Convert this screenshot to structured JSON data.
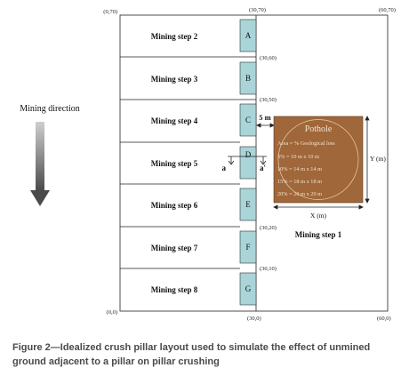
{
  "coords": {
    "top_left": "(0,70)",
    "top_mid": "(30,70)",
    "top_right": "(60,70)",
    "c6": "(30,60)",
    "c5": "(30,50)",
    "c2": "(30,20)",
    "c1": "(30,10)",
    "bottom_left": "(0,0)",
    "bottom_mid": "(30,0)",
    "bottom_right": "(60,0)"
  },
  "steps": [
    {
      "label": "Mining step 2",
      "pillar": "A"
    },
    {
      "label": "Mining step 3",
      "pillar": "B"
    },
    {
      "label": "Mining step 4",
      "pillar": "C"
    },
    {
      "label": "Mining step 5",
      "pillar": "D"
    },
    {
      "label": "Mining step 6",
      "pillar": "E"
    },
    {
      "label": "Mining step 7",
      "pillar": "F"
    },
    {
      "label": "Mining step 8",
      "pillar": "G"
    }
  ],
  "section_marks": {
    "left": "a",
    "right": "a'"
  },
  "mining_direction": "Mining direction",
  "gap_label": "5 m",
  "pothole": {
    "title": "Pothole",
    "rows": [
      "Area = % Geological loss",
      "5% = 10 m x 10 m",
      "10% = 14 m x 14 m",
      "15% = 18 m x 18 m",
      "20% = 20 m x 20 m"
    ],
    "x_label": "X (m)",
    "y_label": "Y (m)"
  },
  "step1_label": "Mining step 1",
  "caption": "Figure 2—Idealized crush pillar layout used to simulate the effect of unmined ground adjacent to a pillar on pillar crushing",
  "colors": {
    "pillar": "#a9d4d8",
    "pothole": "#a0673a",
    "pothole_text": "#f2e4cf",
    "arrow_dark": "#4a4a4a",
    "arrow_light": "#bdbdbd",
    "caption": "#4a4a4a"
  }
}
